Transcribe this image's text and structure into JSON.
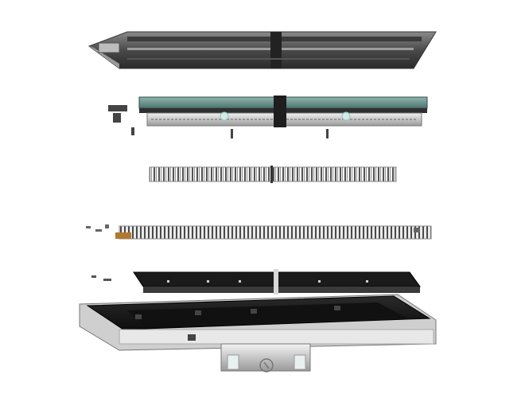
{
  "scene": {
    "subject": "exploded-battery-pack-assembly",
    "colors": {
      "background": "#ffffff",
      "dark_metal": "#2b2b2b",
      "mid_metal": "#6b6b6b",
      "light_metal": "#c8c8c8",
      "teal_plate": "#6f958f",
      "copper": "#b07a2e",
      "aluminum": "#e6e6e6",
      "black": "#111111"
    },
    "layers": [
      {
        "name": "top-cover",
        "color_key": "mid_metal"
      },
      {
        "name": "cooling-bus-bar-layer",
        "color_key": "teal_plate"
      },
      {
        "name": "cell-array-upper",
        "color_key": "light_metal"
      },
      {
        "name": "cell-array-lower",
        "color_key": "light_metal"
      },
      {
        "name": "structural-frame",
        "color_key": "dark_metal"
      },
      {
        "name": "base-tray",
        "color_key": "black"
      },
      {
        "name": "front-connector",
        "color_key": "aluminum"
      }
    ]
  }
}
